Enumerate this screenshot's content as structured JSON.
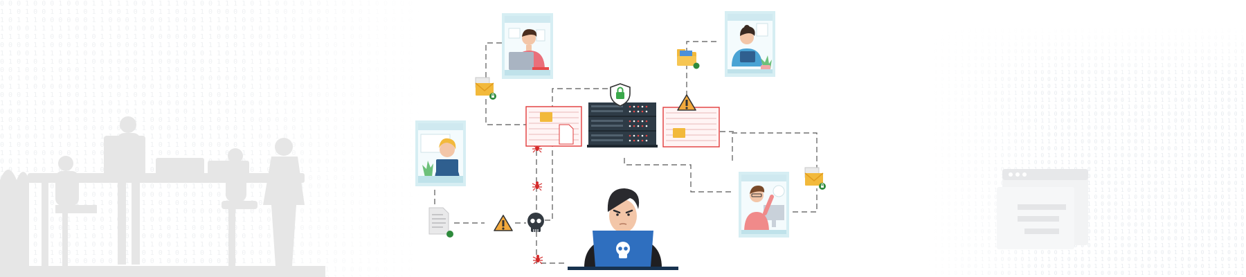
{
  "background": {
    "binary_text_left": "0 1 0 0 1 1 0 1 0 1 1 1 0 0 1 0 1 0 0 0 1 1 0 1 0 1 1 0 1 0 0 1 0 1 1 0 1 0 0 1 1 0 1 1 0 1 0 1 0 0 1 0 1",
    "binary_text_right": "1 0 1 1 0 0 1 0 1 0 1 0 0 1 1 0 1 1 0 1 0 0 1 0 1 1 0 0 1 0 1 0 1 1 0 1 0 0 1 1 0 1 0 1 0 0 1 1 0 1 0",
    "colors": {
      "binary": "#eef0f2",
      "silhouette": "#e6e6e6"
    }
  },
  "nodes": {
    "worker_top_left": {
      "icon": "person-laptop-window",
      "shirt": "#ea6f7a"
    },
    "worker_top_right": {
      "icon": "person-tablet-window",
      "shirt": "#4aa3d4"
    },
    "worker_left": {
      "icon": "person-desk-window",
      "shirt": "#2f5f8f"
    },
    "worker_right": {
      "icon": "person-monitor-window",
      "shirt": "#f08a8a"
    },
    "server": {
      "icon": "server-rack",
      "color": "#2e3b46"
    },
    "hacker": {
      "icon": "hacker-laptop",
      "laptop": "#2f6fbf"
    }
  },
  "status_icons": {
    "lock_shield": "lock-shield-icon",
    "warning": "warning-icon",
    "skull": "skull-icon",
    "bug": "bug-icon",
    "mail": "mail-icon",
    "folder": "folder-icon",
    "document": "document-icon"
  },
  "colors": {
    "accent_red": "#e03a3a",
    "warning_orange": "#f3a93c",
    "secure_green": "#3aa84a",
    "line": "#555555",
    "window_frame": "#d6eef3"
  }
}
